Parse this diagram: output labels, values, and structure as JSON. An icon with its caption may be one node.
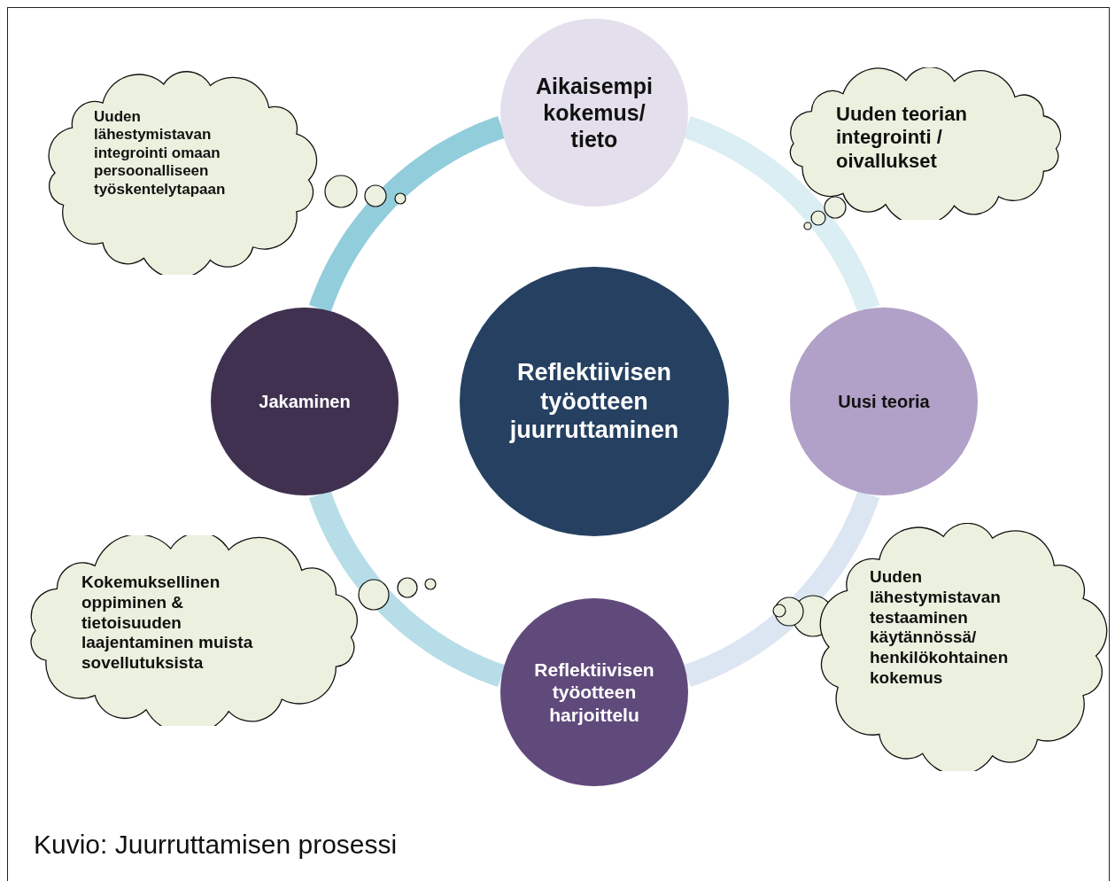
{
  "diagram": {
    "caption": "Kuvio: Juurruttamisen prosessi",
    "nodes": [
      {
        "text": [
          "Uuden lähestymistavan integrointi omaan persoonalliseen työskentelytapaan"
        ]
      },
      {
        "text": [
          "Aikaisempi kokemus/ tieto"
        ]
      },
      {
        "text": [
          "Uuden teorian integrointi / oivallukset"
        ]
      },
      {
        "text": [
          "Jakaminen"
        ]
      },
      {
        "text": [
          "Reflektiivisen työotteen juurruttaminen"
        ]
      },
      {
        "text": [
          "Uusi teoria"
        ]
      },
      {
        "text": [
          "Kokemuksellinen oppiminen & tietoisuuden laajentaminen muista sovellutuksista"
        ]
      },
      {
        "text": [
          "Reflektiivisen työotteen harjoittelu"
        ]
      },
      {
        "text": [
          "Uuden lähestymistavan testaaminen käytännössä/ henkilökohtainen kokemus"
        ]
      }
    ],
    "edges": [
      {
        "from": 1,
        "to": 5,
        "arrow": "none",
        "color": "#daeef3"
      },
      {
        "from": 5,
        "to": 7,
        "arrow": "none",
        "color": "#dce6f2"
      },
      {
        "from": 7,
        "to": 3,
        "arrow": "none",
        "color": "#b7dde8"
      },
      {
        "from": 3,
        "to": 1,
        "arrow": "none",
        "color": "#92cddc"
      }
    ]
  }
}
